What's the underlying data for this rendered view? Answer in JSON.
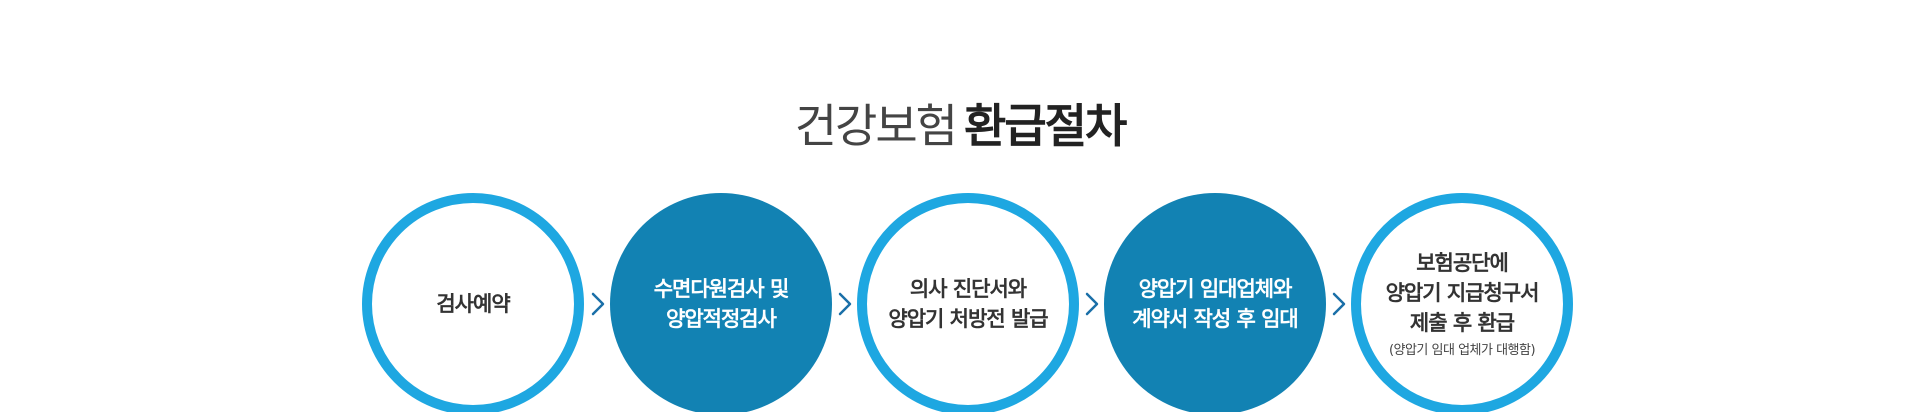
{
  "title": {
    "light": "건강보험",
    "bold": "환급절차"
  },
  "steps": [
    {
      "line1": "검사예약",
      "line2": "",
      "line3": "",
      "note": ""
    },
    {
      "line1": "수면다원검사 및",
      "line2": "양압적정검사",
      "line3": "",
      "note": ""
    },
    {
      "line1": "의사 진단서와",
      "line2": "양압기 처방전 발급",
      "line3": "",
      "note": ""
    },
    {
      "line1": "양압기 임대업체와",
      "line2": "계약서 작성 후 임대",
      "line3": "",
      "note": ""
    },
    {
      "line1": "보험공단에",
      "line2": "양압기 지급청구서",
      "line3": "제출 후 환급",
      "note": "(양압기 임대 업체가 대행함)"
    }
  ],
  "colors": {
    "outline_ring": "#1ea7e1",
    "filled": "#1282b3",
    "arrow": "#1a6fa8",
    "title_text": "#333333"
  },
  "icons": {
    "arrow": "chevron-right-icon"
  }
}
